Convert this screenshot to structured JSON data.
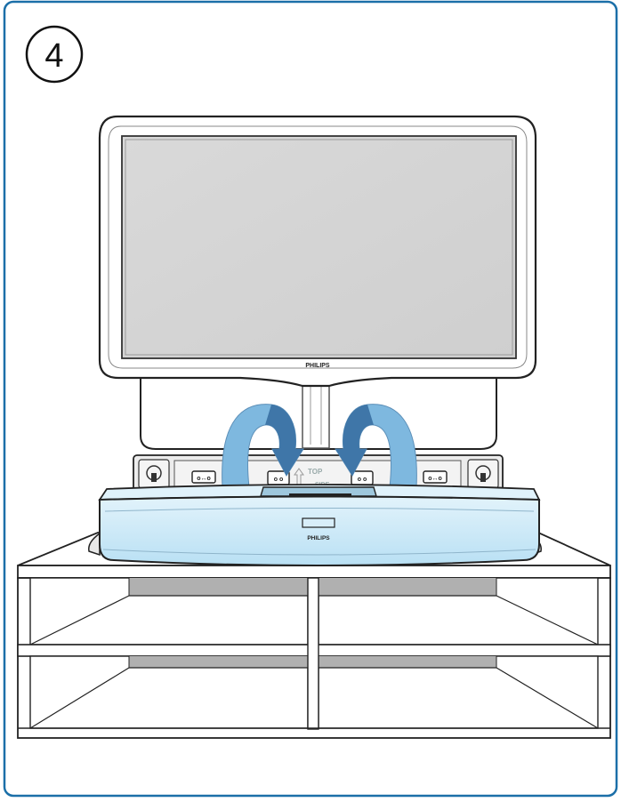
{
  "step": {
    "number": "4"
  },
  "tv": {
    "brand": "PHILIPS"
  },
  "soundbar": {
    "brand": "PHILIPS",
    "bracket_label_top": "TOP",
    "bracket_label_side": "SIDE"
  },
  "colors": {
    "frame_border": "#1b6fa8",
    "soundbar_body": "#c9e8f7",
    "arrow_light": "#7eb8df",
    "arrow_dark": "#3f76a8",
    "furniture_shade": "#b0b0b0",
    "tv_screen": "#d2d2d2"
  }
}
